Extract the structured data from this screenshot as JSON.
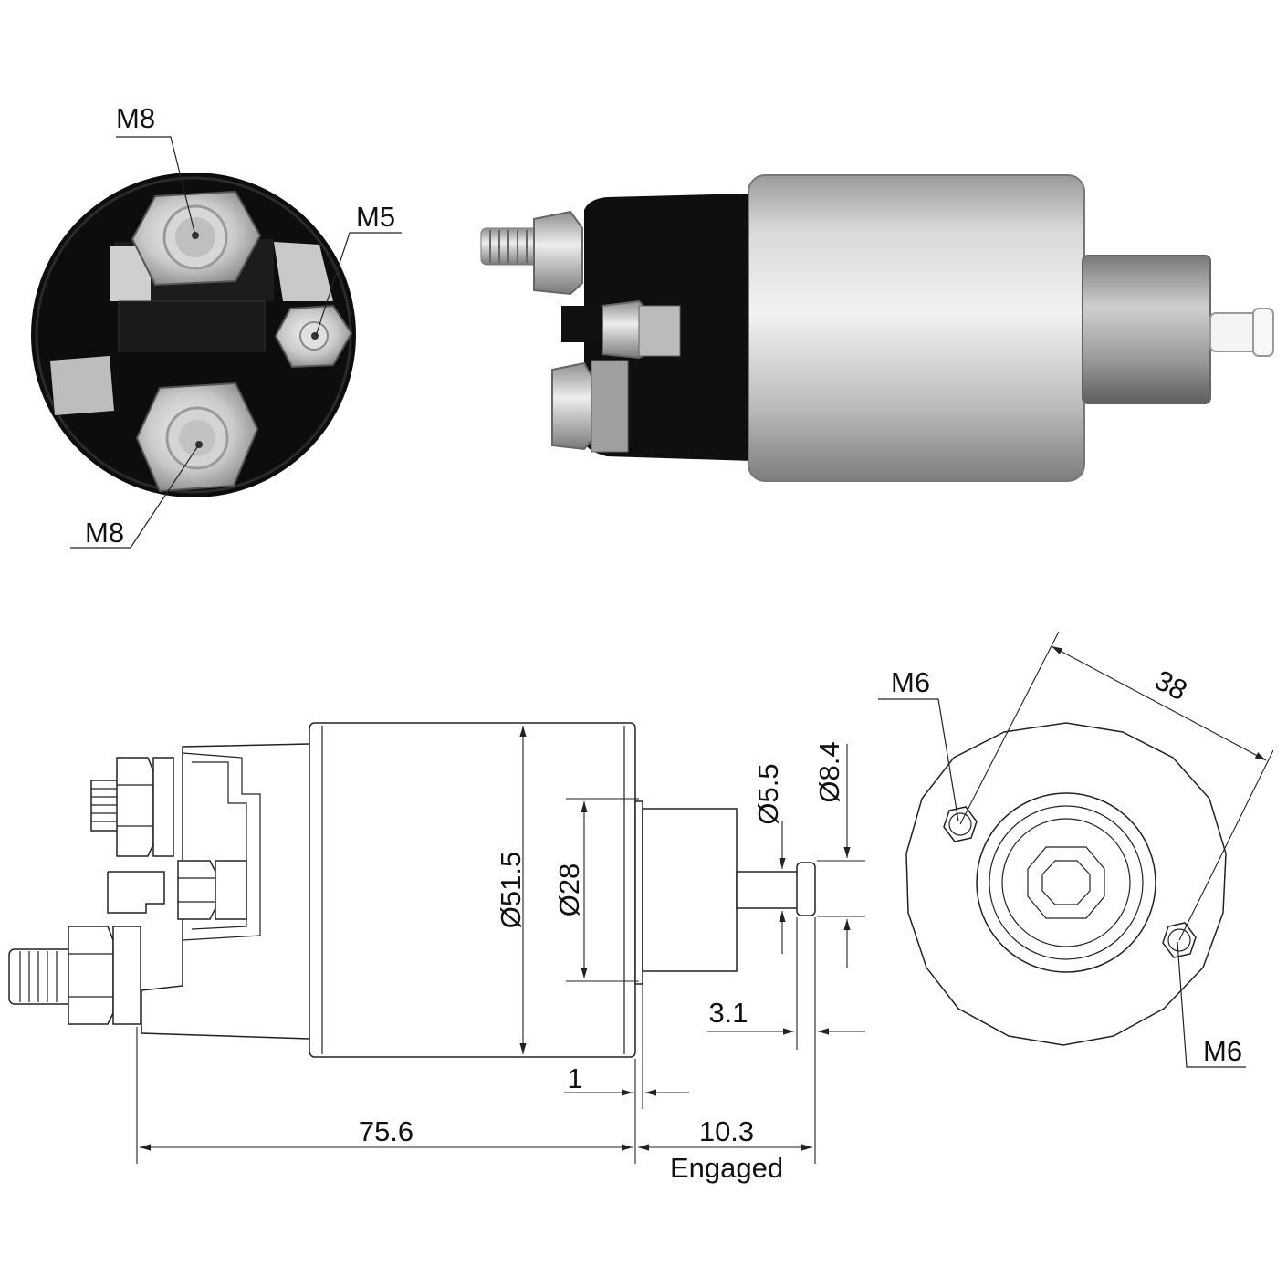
{
  "photo_labels": {
    "top_terminal": "M8",
    "small_terminal": "M5",
    "bottom_terminal": "M8"
  },
  "side_view": {
    "body_diameter": "Ø51.5",
    "boss_diameter": "Ø28",
    "plunger_diameter": "Ø5.5",
    "tip_diameter": "Ø8.4",
    "tip_length": "3.1",
    "flange_gap": "1",
    "overall_length": "75.6",
    "engaged_stroke": "10.3",
    "engaged_label": "Engaged"
  },
  "end_view": {
    "hole_spacing": "38",
    "hole_top": "M6",
    "hole_bottom": "M6"
  }
}
